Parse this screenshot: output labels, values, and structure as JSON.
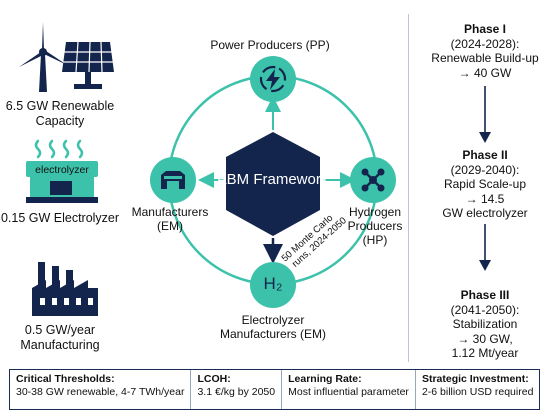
{
  "colors": {
    "teal": "#3cc2aa",
    "navy": "#13254d",
    "text": "#111111"
  },
  "left": {
    "renewable": {
      "icon": "wind-turbine-solar-panel-icon",
      "label": "6.5 GW Renewable Capacity"
    },
    "electrolyzer": {
      "icon": "electrolyzer-icon",
      "icon_text": "electrolyzer",
      "label": "0.15 GW Electrolyzer"
    },
    "manufacturing": {
      "icon": "factory-icon",
      "label": "0.5 GW/year Manufacturing"
    }
  },
  "center": {
    "title": "ABM Framework",
    "nodes": {
      "pp": {
        "icon": "lightning-icon",
        "label": "Power Producers (PP)"
      },
      "hp": {
        "icon": "network-icon",
        "label": "Hydrogen Producers (HP)"
      },
      "em_bottom": {
        "icon_text": "H₂",
        "label": "Electrolyzer Manufacturers (EM)"
      },
      "em_left": {
        "icon": "factory-building-icon",
        "label": "Manufacturers (EM)"
      }
    },
    "runs_note": "50 Monte Carlo runs, 2024-2050"
  },
  "phases": [
    {
      "title": "Phase I",
      "lines": [
        "(2024-2028):",
        "Renewable Build-up",
        "→ 40 GW"
      ]
    },
    {
      "title": "Phase II",
      "lines": [
        "(2029-2040):",
        "Rapid Scale-up",
        "→ 14.5",
        "GW electrolyzer"
      ]
    },
    {
      "title": "Phase III",
      "lines": [
        "(2041-2050):",
        "Stabilization",
        "→ 30 GW,",
        "1.12 Mt/year"
      ]
    }
  ],
  "footer": [
    {
      "heading": "Critical Thresholds:",
      "value": "30-38 GW renewable, 4-7 TWh/year"
    },
    {
      "heading": "LCOH:",
      "value": "3.1 €/kg by 2050"
    },
    {
      "heading": "Learning Rate:",
      "value": "Most influential parameter"
    },
    {
      "heading": "Strategic Investment:",
      "value": "2-6 billion USD required"
    }
  ]
}
